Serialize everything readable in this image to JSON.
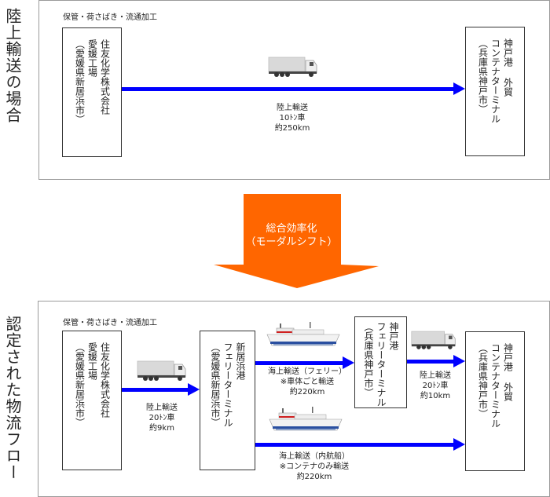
{
  "sections": {
    "road": {
      "title": "陸上輸送の場合",
      "panel_label": "保管・荷さばき・流通加工",
      "origin": {
        "lines": [
          "住友化学株式会社",
          "愛媛工場",
          "（愛媛県新居浜市）"
        ]
      },
      "destination": {
        "lines": [
          "神戸港 外貿",
          "コンテナターミナル",
          "（兵庫県神戸市）"
        ]
      },
      "route": {
        "icon": "truck-icon",
        "caption": [
          "陸上輸送",
          "10ﾄﾝ車",
          "約250km"
        ]
      }
    },
    "shift": {
      "lines": [
        "総合効率化",
        "（モーダルシフト）"
      ],
      "color": "#ff6600"
    },
    "certified": {
      "title": "認定された物流フロー",
      "panel_label": "保管・荷さばき・流通加工",
      "origin": {
        "lines": [
          "住友化学株式会社",
          "愛媛工場",
          "（愛媛県新居浜市）"
        ]
      },
      "niihama_terminal": {
        "lines": [
          "新居浜港",
          "フェリーターミナル",
          "（愛媛県新居浜市）"
        ]
      },
      "kobe_ferry_terminal": {
        "lines": [
          "神戸港",
          "フェリーターミナル",
          "（兵庫県神戸市）"
        ]
      },
      "destination": {
        "lines": [
          "神戸港 外貿",
          "コンテナターミナル",
          "（兵庫県神戸市）"
        ]
      },
      "routes": [
        {
          "icon": "truck-icon",
          "caption": [
            "陸上輸送",
            "20ﾄﾝ車",
            "約9km"
          ]
        },
        {
          "icon": "ferry-icon",
          "caption": [
            "海上輸送（フェリー）",
            "※車体ごと輸送",
            "約220km"
          ]
        },
        {
          "icon": "truck-icon",
          "caption": [
            "陸上輸送",
            "20ﾄﾝ車",
            "約10km"
          ]
        },
        {
          "icon": "ship-icon",
          "caption": [
            "海上輸送（内航船）",
            "※コンテナのみ輸送",
            "約220km"
          ]
        }
      ]
    }
  },
  "colors": {
    "arrow_blue": "#0000ff",
    "shift_orange": "#ff6600"
  }
}
